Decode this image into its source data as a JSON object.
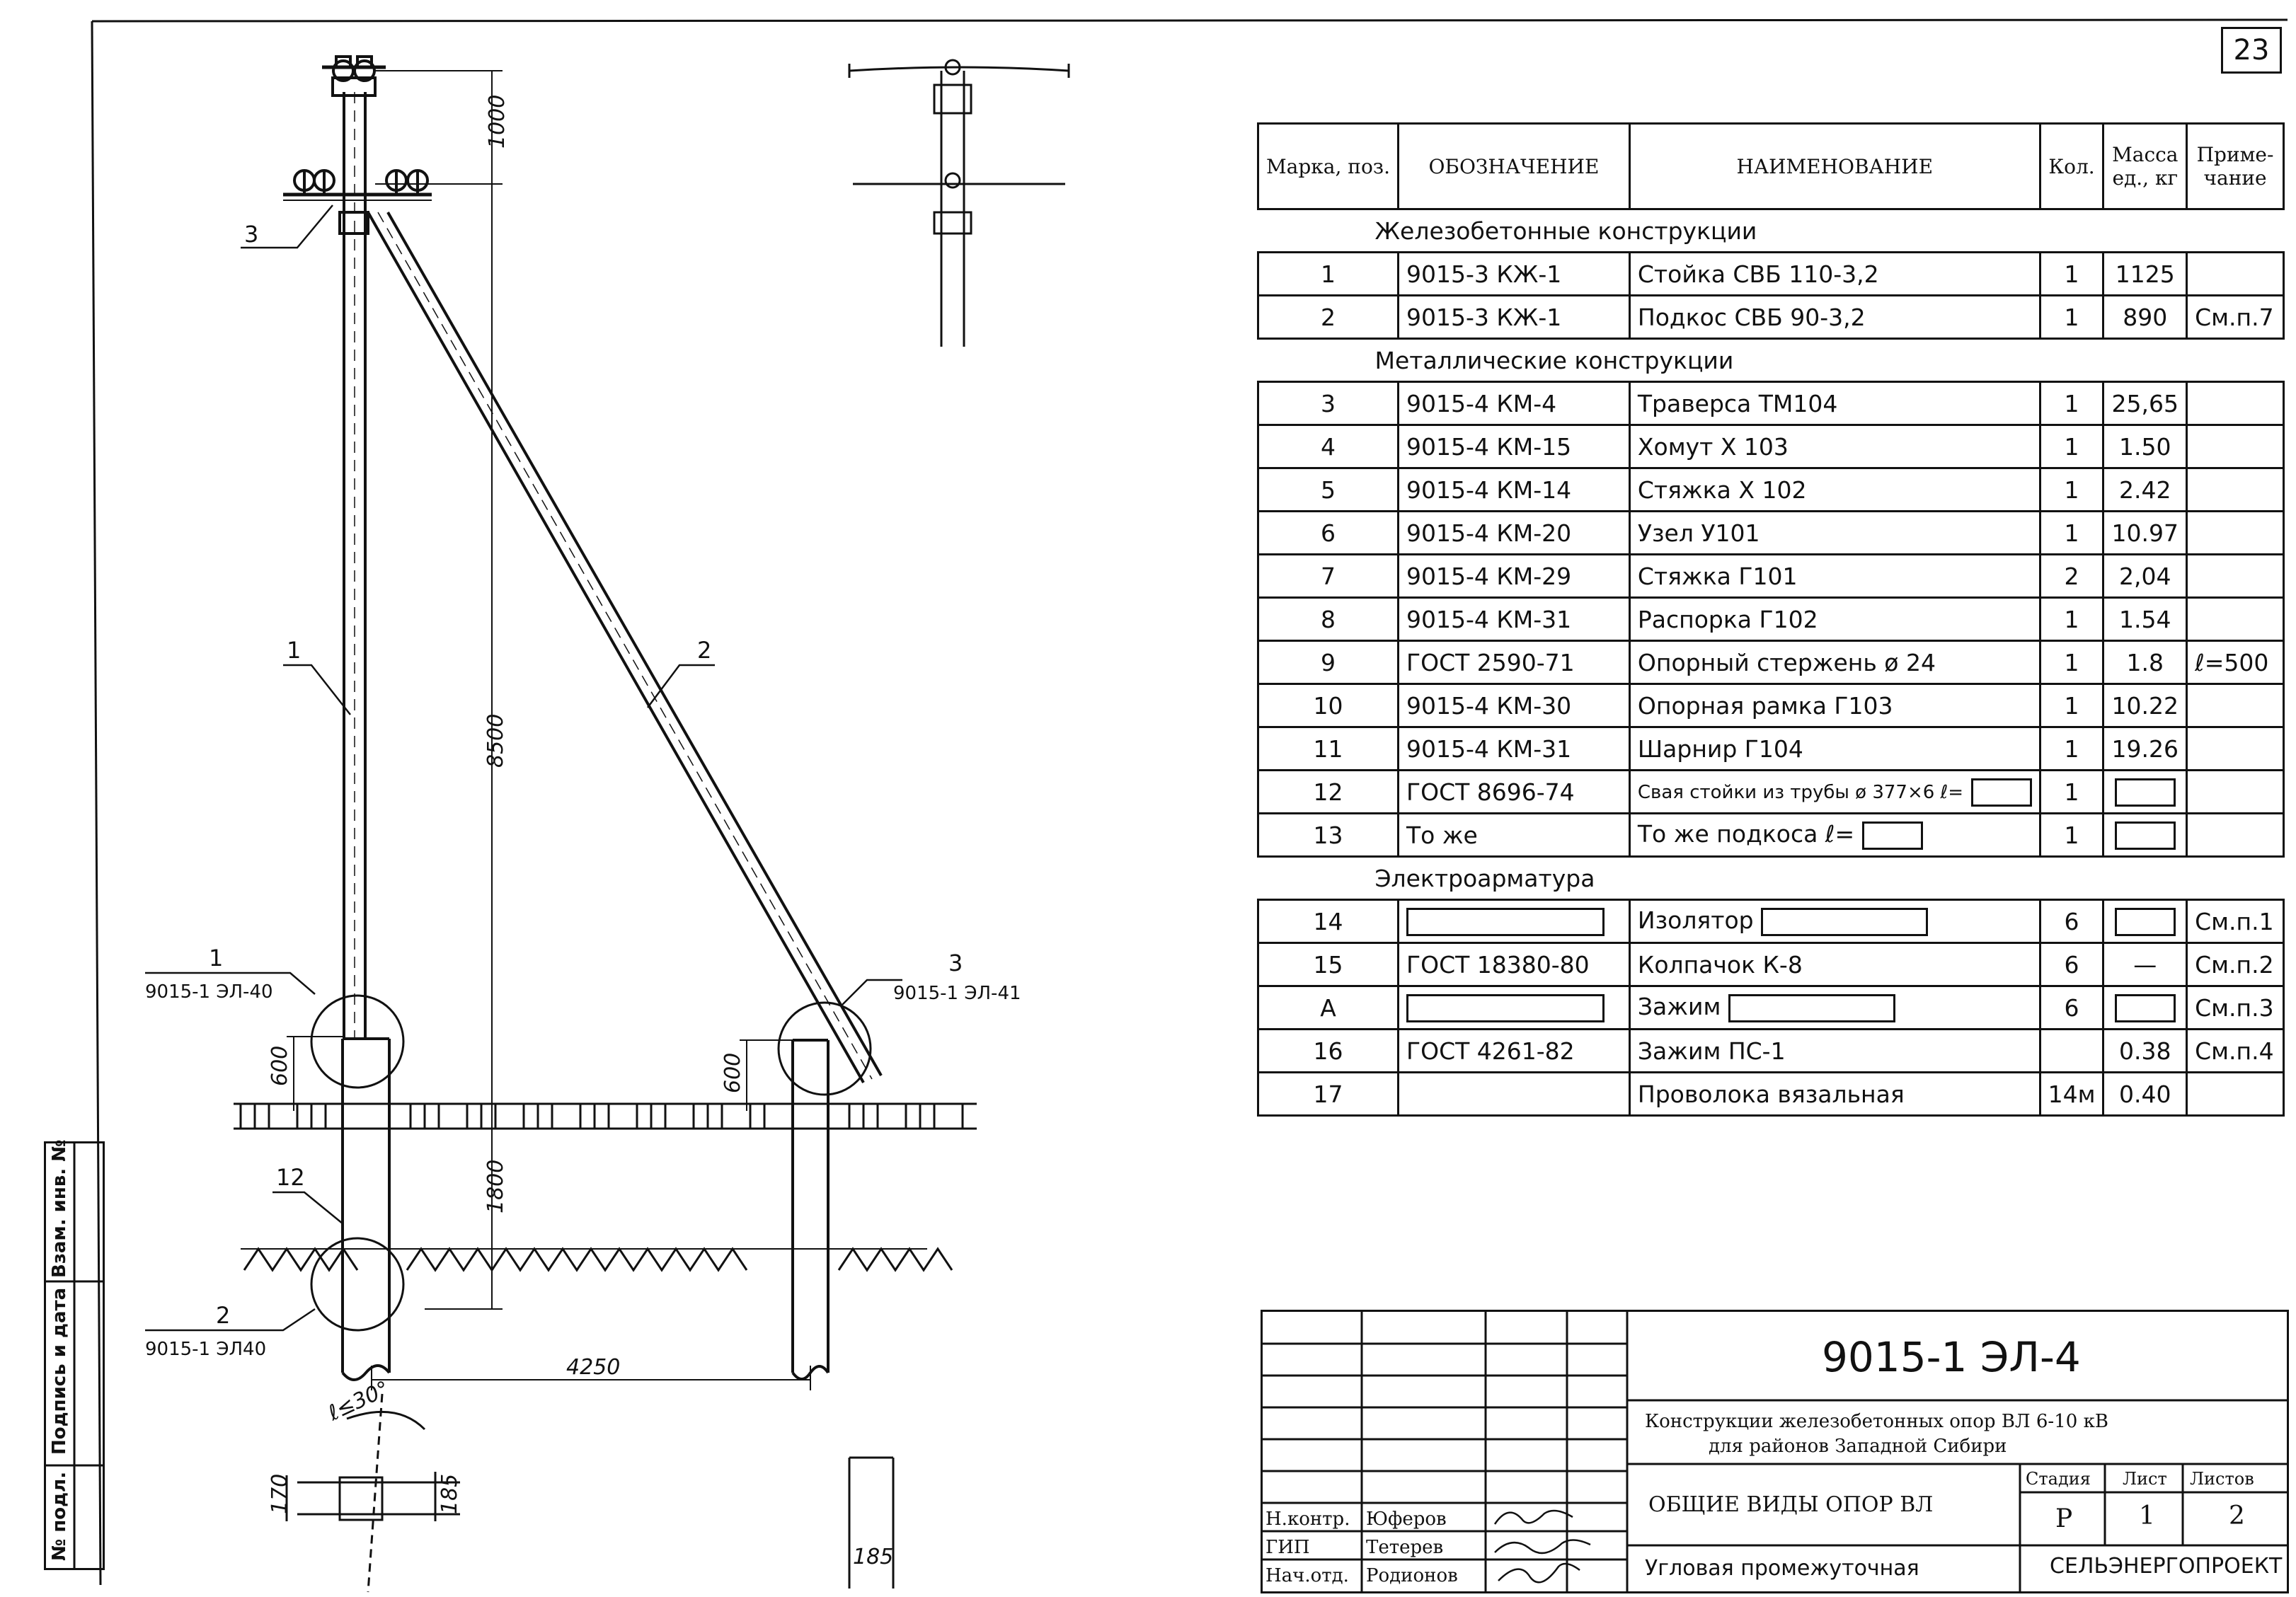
{
  "page_number": "23",
  "table": {
    "headers": {
      "pos": "Марка, поз.",
      "designation": "ОБОЗНАЧЕНИЕ",
      "name": "НАИМЕНОВАНИЕ",
      "qty": "Кол.",
      "mass": "Масса ед., кг",
      "note": "Приме-чание"
    },
    "sections": [
      {
        "title": "Железобетонные конструкции",
        "rows": [
          {
            "pos": "1",
            "designation": "9015-3 КЖ-1",
            "name": "Стойка СВБ 110-3,2",
            "qty": "1",
            "mass": "1125",
            "note": ""
          },
          {
            "pos": "2",
            "designation": "9015-3 КЖ-1",
            "name": "Подкос СВБ 90-3,2",
            "qty": "1",
            "mass": "890",
            "note": "См.п.7"
          }
        ]
      },
      {
        "title": "Металлические конструкции",
        "rows": [
          {
            "pos": "3",
            "designation": "9015-4 КМ-4",
            "name": "Траверса ТМ104",
            "qty": "1",
            "mass": "25,65",
            "note": ""
          },
          {
            "pos": "4",
            "designation": "9015-4 КМ-15",
            "name": "Хомут Х 103",
            "qty": "1",
            "mass": "1.50",
            "note": ""
          },
          {
            "pos": "5",
            "designation": "9015-4 КМ-14",
            "name": "Стяжка Х 102",
            "qty": "1",
            "mass": "2.42",
            "note": ""
          },
          {
            "pos": "6",
            "designation": "9015-4 КМ-20",
            "name": "Узел У101",
            "qty": "1",
            "mass": "10.97",
            "note": ""
          },
          {
            "pos": "7",
            "designation": "9015-4 КМ-29",
            "name": "Стяжка Г101",
            "qty": "2",
            "mass": "2,04",
            "note": ""
          },
          {
            "pos": "8",
            "designation": "9015-4 КМ-31",
            "name": "Распорка Г102",
            "qty": "1",
            "mass": "1.54",
            "note": ""
          },
          {
            "pos": "9",
            "designation": "ГОСТ 2590-71",
            "name": "Опорный стержень ø 24",
            "qty": "1",
            "mass": "1.8",
            "note": "ℓ=500"
          },
          {
            "pos": "10",
            "designation": "9015-4 КМ-30",
            "name": "Опорная рамка Г103",
            "qty": "1",
            "mass": "10.22",
            "note": ""
          },
          {
            "pos": "11",
            "designation": "9015-4 КМ-31",
            "name": "Шарнир Г104",
            "qty": "1",
            "mass": "19.26",
            "note": ""
          },
          {
            "pos": "12",
            "designation": "ГОСТ 8696-74",
            "name": "Свая стойки из трубы ø 377×6 ℓ=",
            "qty": "1",
            "mass": "",
            "note": ""
          },
          {
            "pos": "13",
            "designation": "То же",
            "name": "То же подкоса ℓ=",
            "qty": "1",
            "mass": "",
            "note": ""
          }
        ]
      },
      {
        "title": "Электроарматура",
        "rows": [
          {
            "pos": "14",
            "designation": "",
            "name": "Изолятор",
            "qty": "6",
            "mass": "",
            "note": "См.п.1"
          },
          {
            "pos": "15",
            "designation": "ГОСТ 18380-80",
            "name": "Колпачок К-8",
            "qty": "6",
            "mass": "—",
            "note": "См.п.2"
          },
          {
            "pos": "А",
            "designation": "",
            "name": "Зажим",
            "qty": "6",
            "mass": "",
            "note": "См.п.3"
          },
          {
            "pos": "16",
            "designation": "ГОСТ 4261-82",
            "name": "Зажим ПС-1",
            "qty": "",
            "mass": "0.38",
            "note": "См.п.4"
          },
          {
            "pos": "17",
            "designation": "",
            "name": "Проволока вязальная",
            "qty": "14м",
            "mass": "0.40",
            "note": ""
          }
        ]
      }
    ]
  },
  "title_block": {
    "code": "9015-1 ЭЛ-4",
    "project_line1": "Конструкции железобетонных опор ВЛ 6-10 кВ",
    "project_line2": "для районов Западной Сибири",
    "sheet_title": "ОБЩИЕ ВИДЫ ОПОР ВЛ",
    "sheet_subtitle": "Угловая промежуточная",
    "stage_label": "Стадия",
    "sheet_label": "Лист",
    "sheets_label": "Листов",
    "stage": "Р",
    "sheet": "1",
    "sheets": "2",
    "organization": "СЕЛЬЭНЕРГОПРОЕКТ",
    "signatures": [
      {
        "role": "Н.контр.",
        "name": "Юферов"
      },
      {
        "role": "ГИП",
        "name": "Тетерев"
      },
      {
        "role": "Нач.отд.",
        "name": "Родионов"
      }
    ]
  },
  "stamp_strip": {
    "inv_no": "№ подл.",
    "sign_date": "Подпись и дата",
    "replace_inv": "Взам. инв. №"
  },
  "drawing": {
    "dim_1000": "1000",
    "dim_8500": "8500",
    "dim_1800": "1800",
    "dim_600_left": "600",
    "dim_600_right": "600",
    "dim_4250": "4250",
    "dim_170": "170",
    "dim_185_a": "185",
    "dim_185_b": "185",
    "angle": "ℓ≤30°",
    "callout_1": "1",
    "callout_2": "2",
    "callout_3": "3",
    "callout_12": "12",
    "ref_1_num": "1",
    "ref_1_code": "9015-1 ЭЛ-40",
    "ref_2_num": "2",
    "ref_2_code": "9015-1 ЭЛ40",
    "ref_3_num": "3",
    "ref_3_code": "9015-1 ЭЛ-41"
  }
}
